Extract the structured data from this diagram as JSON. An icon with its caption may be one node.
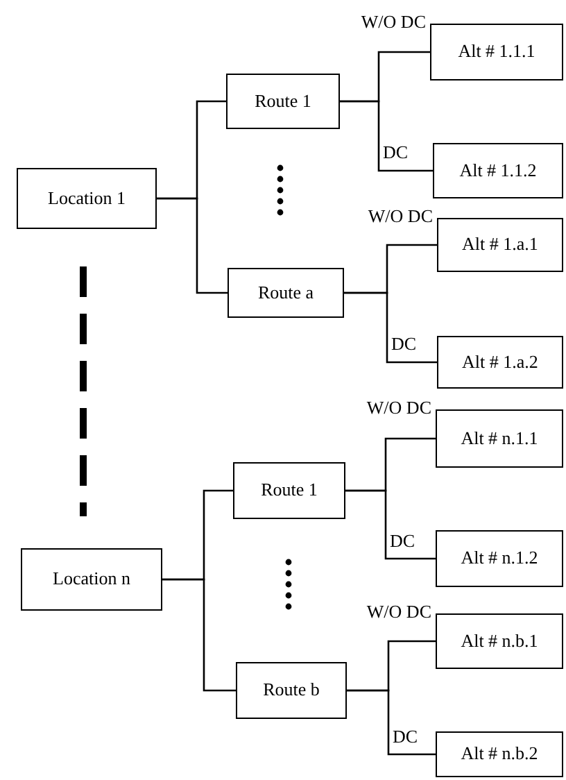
{
  "diagram": {
    "nodes": [
      {
        "text": [
          "Location 1"
        ]
      },
      {
        "text": [
          "Route 1"
        ]
      },
      {
        "text": [
          "Route a"
        ]
      },
      {
        "text": [
          "Alt # 1.1.1"
        ]
      },
      {
        "text": [
          "Alt # 1.1.2"
        ]
      },
      {
        "text": [
          "Alt # 1.a.1"
        ]
      },
      {
        "text": [
          "Alt # 1.a.2"
        ]
      },
      {
        "text": [
          "Location n"
        ]
      },
      {
        "text": [
          "Route 1"
        ]
      },
      {
        "text": [
          "Route b"
        ]
      },
      {
        "text": [
          "Alt # n.1.1"
        ]
      },
      {
        "text": [
          "Alt # n.1.2"
        ]
      },
      {
        "text": [
          "Alt # n.b.1"
        ]
      },
      {
        "text": [
          "Alt # n.b.2"
        ]
      }
    ],
    "edges": [
      {
        "from": 0,
        "to": 1,
        "arrow": "none"
      },
      {
        "from": 0,
        "to": 2,
        "arrow": "none"
      },
      {
        "from": 1,
        "to": 3,
        "arrow": "none",
        "label": "W/O DC"
      },
      {
        "from": 1,
        "to": 4,
        "arrow": "none",
        "label": "DC"
      },
      {
        "from": 2,
        "to": 5,
        "arrow": "none",
        "label": "W/O DC"
      },
      {
        "from": 2,
        "to": 6,
        "arrow": "none",
        "label": "DC"
      },
      {
        "from": 7,
        "to": 8,
        "arrow": "none"
      },
      {
        "from": 7,
        "to": 9,
        "arrow": "none"
      },
      {
        "from": 8,
        "to": 10,
        "arrow": "none",
        "label": "W/O DC"
      },
      {
        "from": 8,
        "to": 11,
        "arrow": "none",
        "label": "DC"
      },
      {
        "from": 9,
        "to": 12,
        "arrow": "none",
        "label": "W/O DC"
      },
      {
        "from": 9,
        "to": 13,
        "arrow": "none",
        "label": "DC"
      }
    ]
  }
}
